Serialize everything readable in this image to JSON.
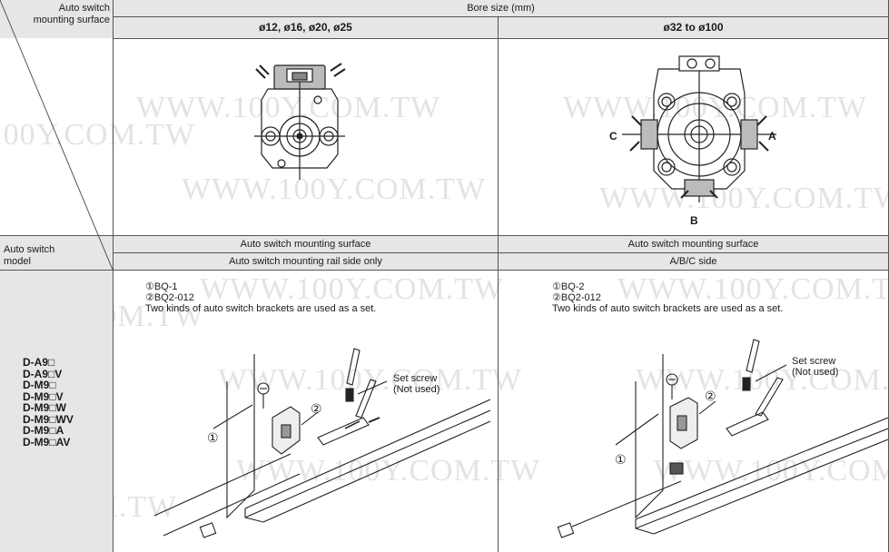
{
  "header": {
    "corner_top": [
      "Auto switch",
      "mounting surface"
    ],
    "corner_bottom": [
      "Auto switch",
      "model"
    ],
    "bore_size": "Bore size (mm)",
    "col1_bore": "ø12, ø16, ø20, ø25",
    "col2_bore": "ø32 to ø100"
  },
  "mounting_surface_label": "Auto switch mounting surface",
  "col1_surface": "Auto switch mounting rail side only",
  "col2_surface": "A/B/C side",
  "diagram_labels": {
    "a": "A",
    "b": "B",
    "c": "C"
  },
  "models": [
    "D-A9□",
    "D-A9□V",
    "D-M9□",
    "D-M9□V",
    "D-M9□W",
    "D-M9□WV",
    "D-M9□A",
    "D-M9□AV"
  ],
  "col1_brackets": {
    "item1": "①BQ-1",
    "item2": "②BQ2-012",
    "note": "Two kinds of auto switch brackets are used as a set."
  },
  "col2_brackets": {
    "item1": "①BQ-2",
    "item2": "②BQ2-012",
    "note": "Two kinds of auto switch brackets are used as a set."
  },
  "callouts": {
    "set_screw": "Set screw",
    "not_used": "(Not used)",
    "n1": "①",
    "n2": "②"
  },
  "watermark": "WWW.100Y.COM.TW"
}
